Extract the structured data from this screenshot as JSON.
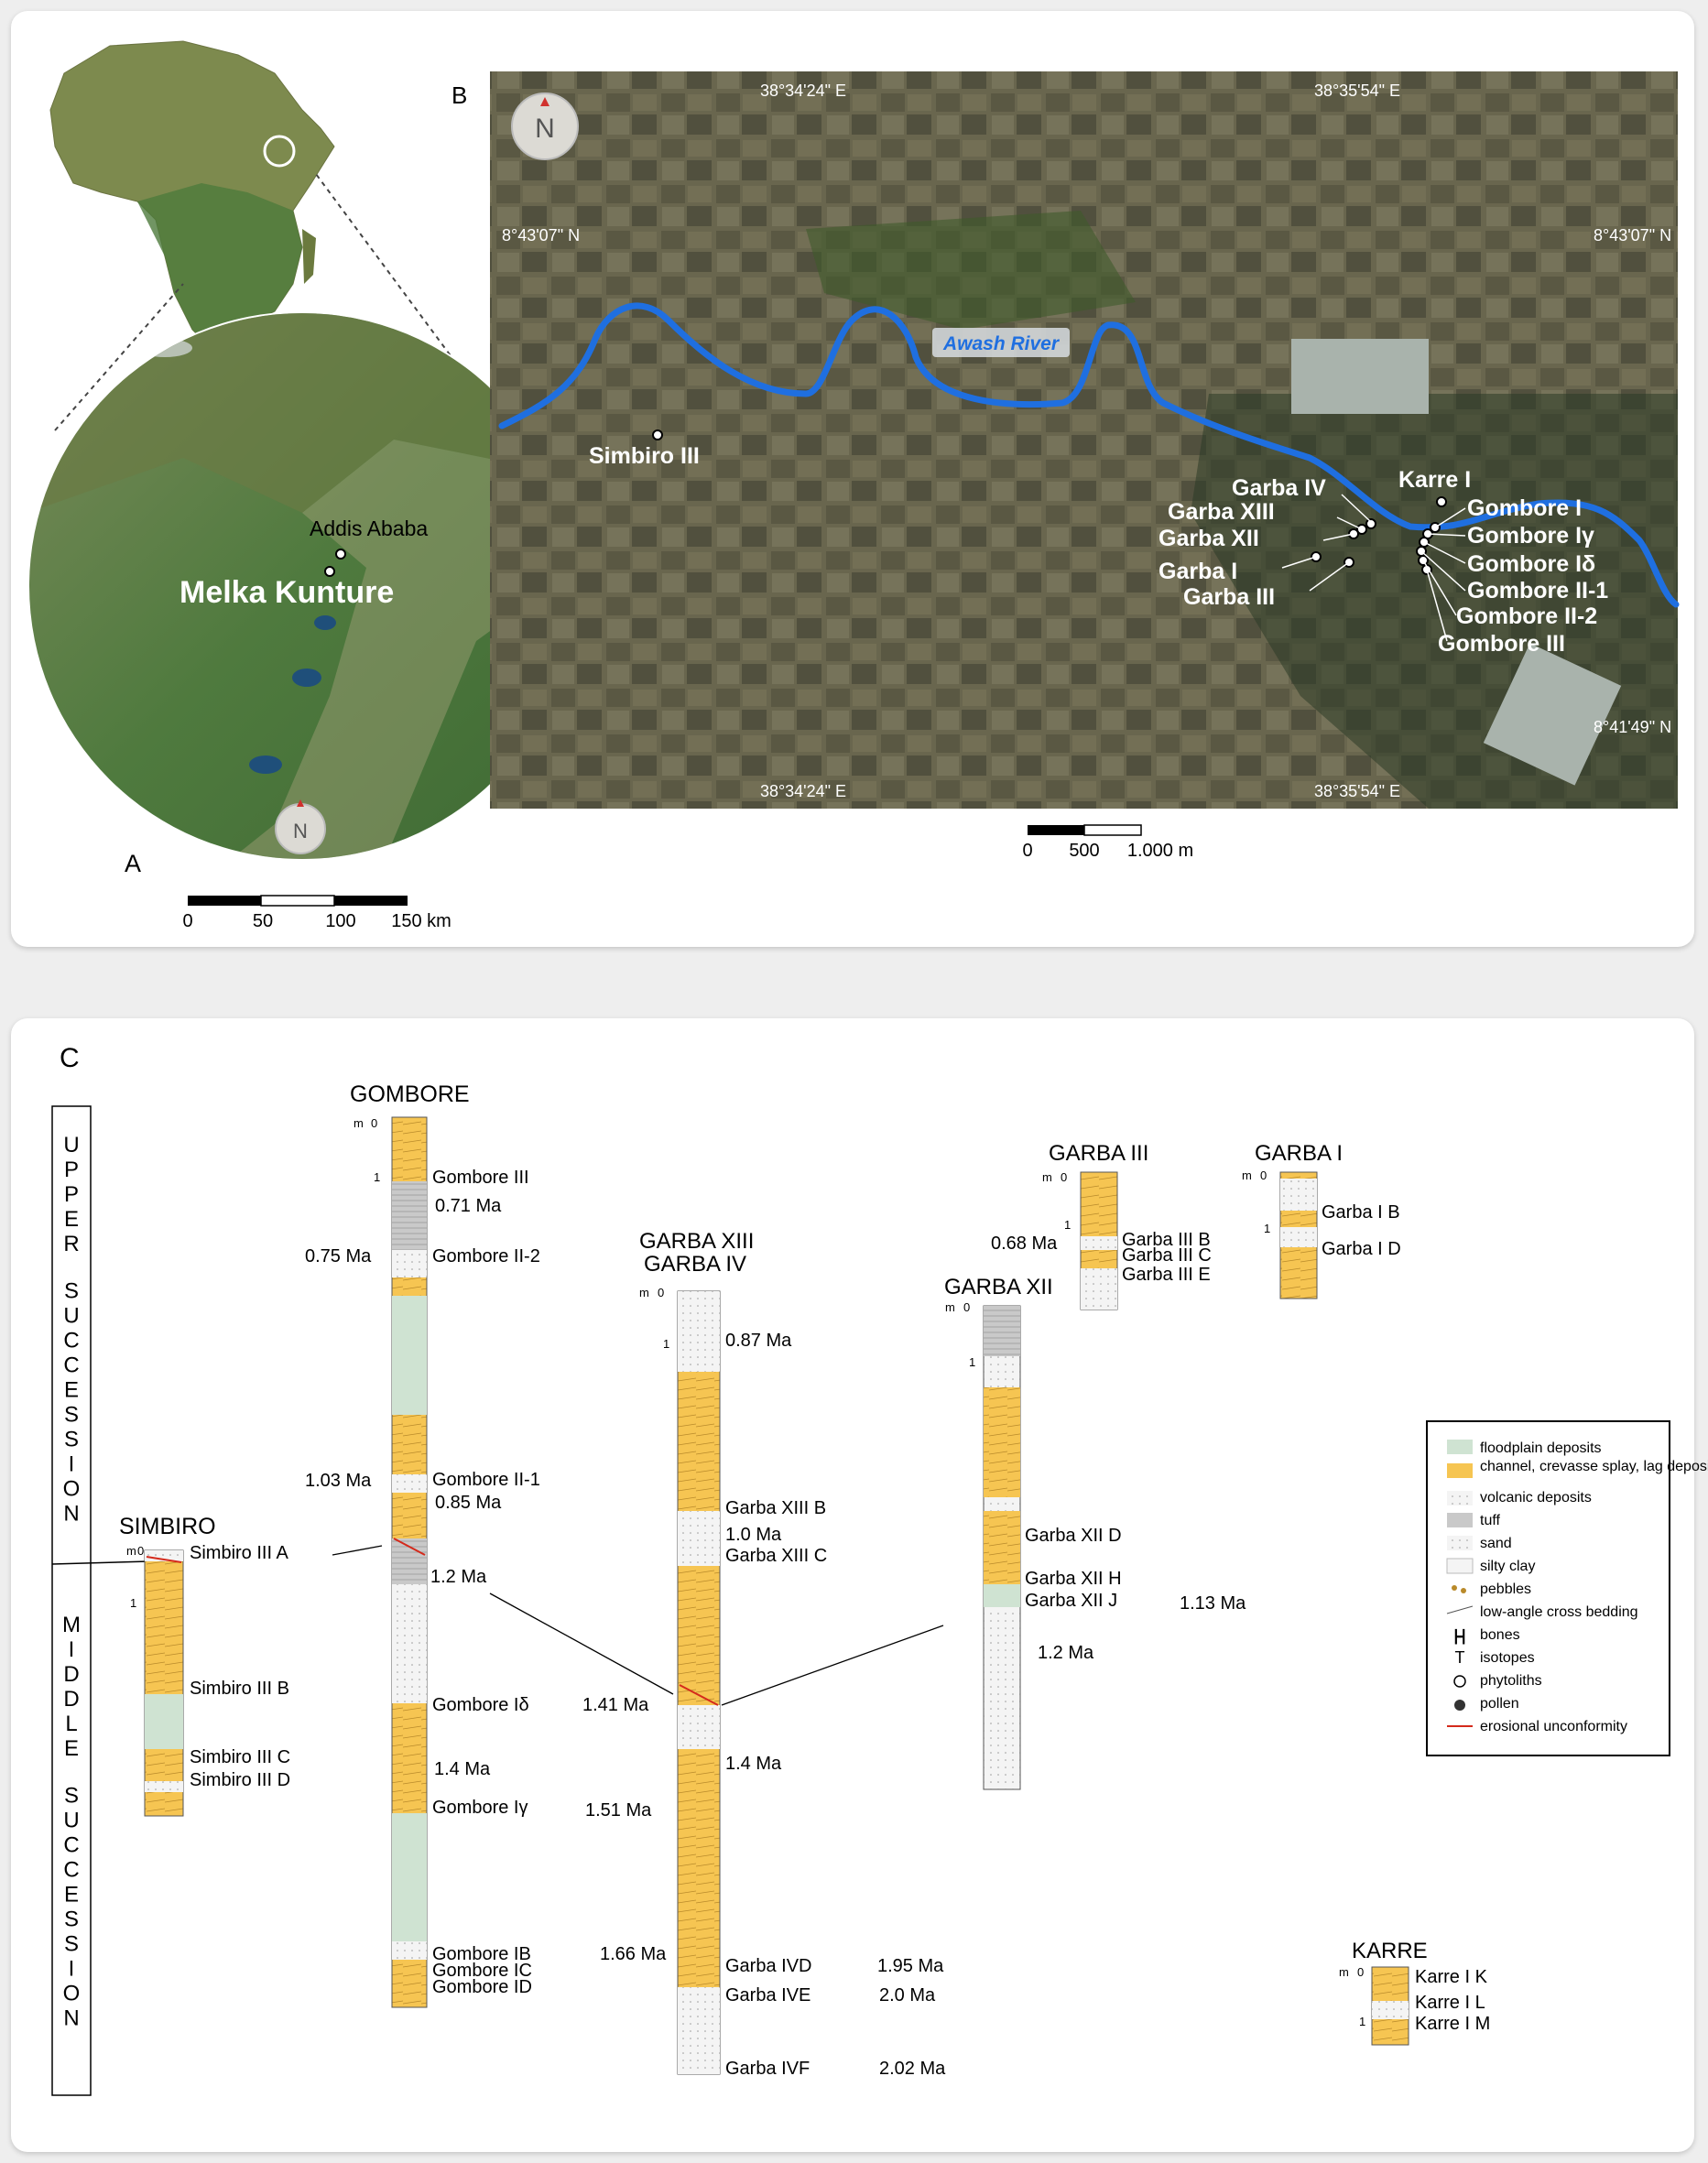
{
  "panel_labels": {
    "a": "A",
    "b": "B",
    "c": "C"
  },
  "map_a": {
    "places": [
      "Addis Ababa",
      "Melka Kunture"
    ],
    "compass": "N",
    "scale": {
      "ticks": [
        "0",
        "50",
        "100",
        "150 km"
      ]
    }
  },
  "map_b": {
    "compass": "N",
    "coords": {
      "lon_left": "38°34'24\" E",
      "lon_right": "38°35'54\" E",
      "lat_top": "8°43'07\" N",
      "lat_bottom": "8°41'49\" N"
    },
    "river": "Awash River",
    "sites": [
      "Simbiro III",
      "Garba IV",
      "Garba XIII",
      "Garba XII",
      "Garba I",
      "Garba III",
      "Karre I",
      "Gombore I",
      "Gombore Iγ",
      "Gombore Iδ",
      "Gombore II-1",
      "Gombore II-2",
      "Gombore III"
    ],
    "scale": {
      "ticks": [
        "0",
        "500",
        "1.000 m"
      ]
    }
  },
  "succession": {
    "upper": "UPPER SUCCESSION",
    "middle": "MIDDLE SUCCESSION"
  },
  "columns": {
    "simbiro": {
      "name": "SIMBIRO",
      "samples": [
        "Simbiro III A",
        "Simbiro III B",
        "Simbiro III C",
        "Simbiro III D"
      ]
    },
    "gombore": {
      "name": "GOMBORE",
      "samples": [
        "Gombore III",
        "Gombore II-2",
        "Gombore II-1",
        "Gombore Iδ",
        "Gombore Iγ",
        "Gombore IB",
        "Gombore IC",
        "Gombore ID"
      ],
      "ages": [
        "0.71 Ma",
        "0.75 Ma",
        "1.03 Ma",
        "0.85 Ma",
        "1.2 Ma",
        "1.41 Ma",
        "1.4 Ma",
        "1.51 Ma",
        "1.66 Ma"
      ]
    },
    "garba_xiii_iv": {
      "name_1": "GARBA XIII",
      "name_2": "GARBA IV",
      "samples": [
        "Garba XIII B",
        "Garba XIII C",
        "Garba IVD",
        "Garba IVE",
        "Garba IVF"
      ],
      "ages": [
        "0.87 Ma",
        "1.0 Ma",
        "1.4 Ma",
        "1.95 Ma",
        "2.0 Ma",
        "2.02 Ma"
      ]
    },
    "garba_xii": {
      "name": "GARBA XII",
      "samples": [
        "Garba XII D",
        "Garba XII H",
        "Garba XII J"
      ],
      "ages": [
        "1.13 Ma",
        "1.2 Ma"
      ]
    },
    "garba_iii": {
      "name": "GARBA III",
      "samples": [
        "Garba III B",
        "Garba III C",
        "Garba III E"
      ],
      "ages": [
        "0.68 Ma"
      ]
    },
    "garba_i": {
      "name": "GARBA I",
      "samples": [
        "Garba I B",
        "Garba I D"
      ]
    },
    "karre": {
      "name": "KARRE",
      "samples": [
        "Karre I K",
        "Karre I L",
        "Karre I M"
      ]
    }
  },
  "axis": {
    "unit": "m",
    "tick0": "0",
    "tick1": "1"
  },
  "legend": [
    "floodplain deposits",
    "channel, crevasse splay, lag deposits",
    "volcanic deposits",
    "tuff",
    "sand",
    "silty clay",
    "pebbles",
    "low-angle cross bedding",
    "bones",
    "isotopes",
    "phytoliths",
    "pollen",
    "erosional unconformity"
  ],
  "colors": {
    "floodplain": "#cfe3d2",
    "channel": "#f6c552",
    "volcanic": "#f3f3f3",
    "tuff": "#c9c9c9",
    "river": "#1f6fe0",
    "unconformity": "#d42a1c",
    "satellite_a": "#4f7a3e",
    "satellite_b": "#5c5a45"
  }
}
